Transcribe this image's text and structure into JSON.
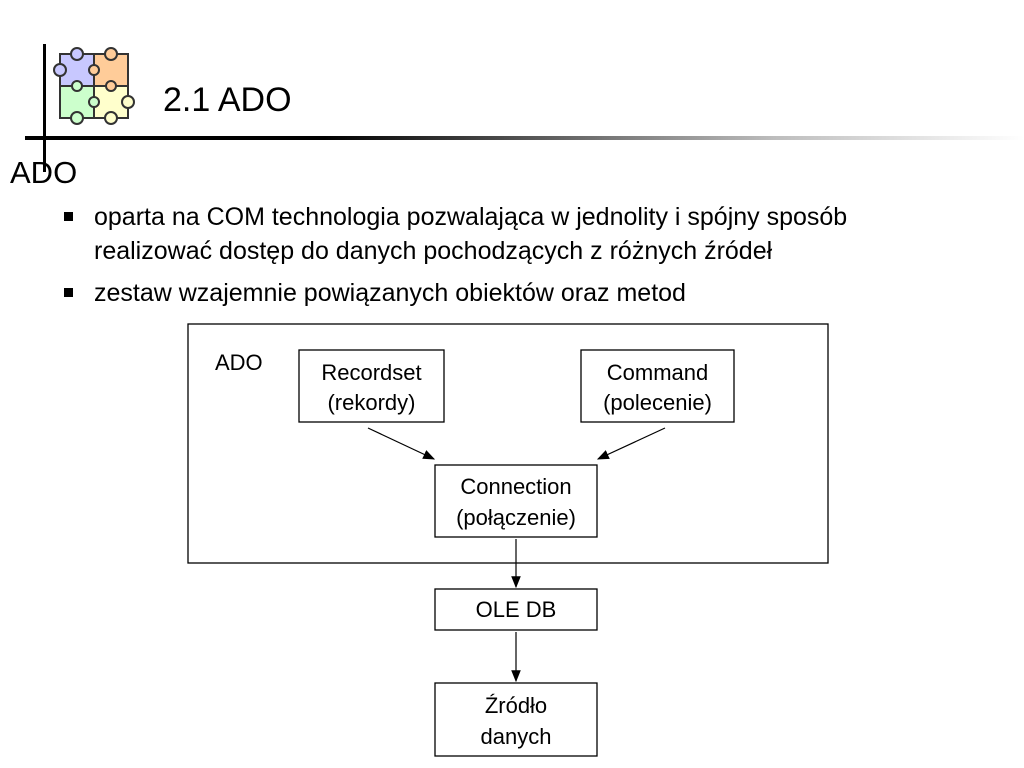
{
  "title": "2.1 ADO",
  "heading": "ADO",
  "bullets": [
    {
      "line1": "oparta na COM technologia pozwalająca w jednolity i spójny sposób",
      "line2": "realizować dostęp do danych pochodzących z różnych źródeł"
    },
    {
      "line1": "zestaw wzajemnie powiązanych obiektów oraz metod"
    }
  ],
  "diagram": {
    "container_label": "ADO",
    "recordset": {
      "line1": "Recordset",
      "line2": "(rekordy)"
    },
    "command": {
      "line1": "Command",
      "line2": "(polecenie)"
    },
    "connection": {
      "line1": "Connection",
      "line2": "(połączenie)"
    },
    "oledb": {
      "line1": "OLE DB"
    },
    "source": {
      "line1": "Źródło",
      "line2": "danych"
    }
  },
  "logo": {
    "icon": "puzzle-icon",
    "colors": [
      "#c8c8ff",
      "#ffcc99",
      "#ccffcc",
      "#ffffcc"
    ]
  }
}
